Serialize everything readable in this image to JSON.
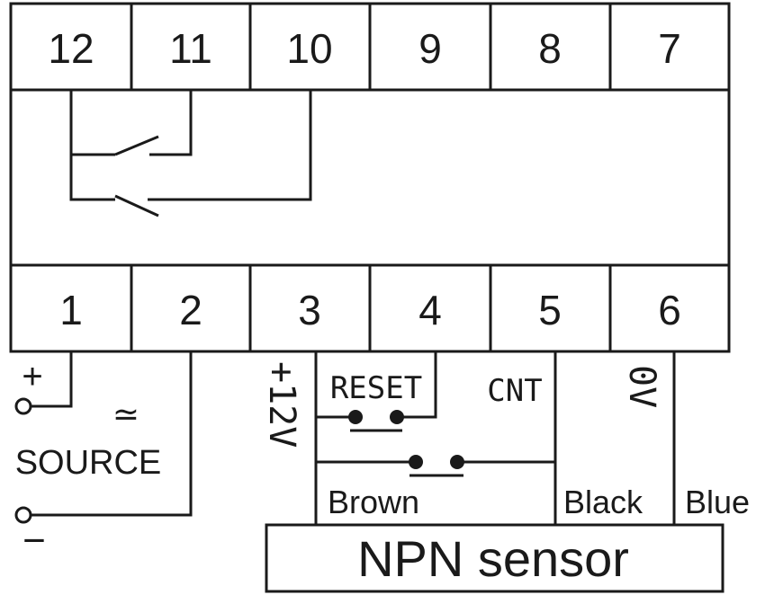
{
  "top_terminals": [
    "12",
    "11",
    "10",
    "9",
    "8",
    "7"
  ],
  "bottom_terminals": [
    "1",
    "2",
    "3",
    "4",
    "5",
    "6"
  ],
  "source": {
    "plus": "+",
    "minus": "−",
    "ac_dc_symbol": "≃",
    "label": "SOURCE"
  },
  "labels": {
    "plus12v": "+12V",
    "reset": "RESET",
    "cnt": "CNT",
    "zero_v": "0V"
  },
  "wires": {
    "brown": "Brown",
    "black": "Black",
    "blue": "Blue"
  },
  "sensor": {
    "label": "NPN sensor"
  }
}
